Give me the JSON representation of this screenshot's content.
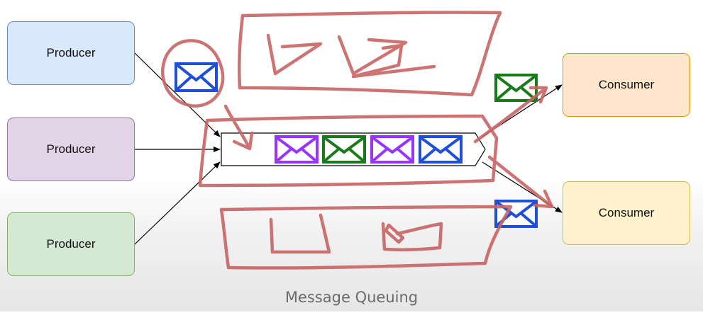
{
  "nodes": {
    "producer_1": {
      "label": "Producer",
      "fill": "#dae8fc",
      "stroke": "#6c8ebf"
    },
    "producer_2": {
      "label": "Producer",
      "fill": "#e1d5e7",
      "stroke": "#9673a6"
    },
    "producer_3": {
      "label": "Producer",
      "fill": "#d5e8d4",
      "stroke": "#82b366"
    },
    "consumer_1": {
      "label": "Consumer",
      "fill": "#ffe6cc",
      "stroke": "#d79b00"
    },
    "consumer_2": {
      "label": "Consumer",
      "fill": "#fff2cc",
      "stroke": "#d6b656"
    }
  },
  "queue": {
    "messages": [
      {
        "icon": "envelope-icon",
        "color": "#9933ff"
      },
      {
        "icon": "envelope-icon",
        "color": "#1a7a1a"
      },
      {
        "icon": "envelope-icon",
        "color": "#9933ff"
      },
      {
        "icon": "envelope-icon",
        "color": "#1f4fd8"
      }
    ]
  },
  "floating_messages": [
    {
      "icon": "envelope-icon",
      "color": "#1f4fd8"
    },
    {
      "icon": "envelope-icon",
      "color": "#1a7a1a"
    },
    {
      "icon": "envelope-icon",
      "color": "#1f4fd8"
    }
  ],
  "annotation_color": "#c86464",
  "caption": "Message Queuing"
}
